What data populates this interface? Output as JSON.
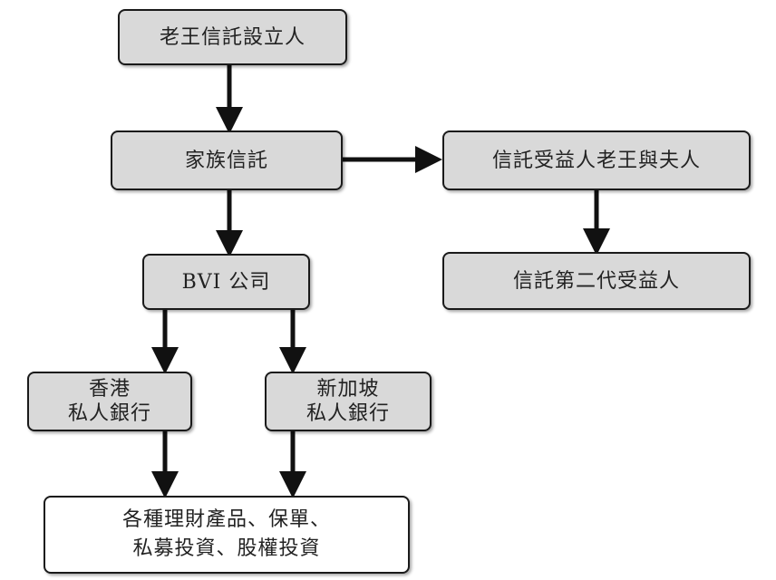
{
  "colors": {
    "box_fill": "#d9d9d9",
    "final_box_fill": "#ffffff",
    "border": "#1a1a1a",
    "arrow": "#111111",
    "text": "#222222"
  },
  "nodes": {
    "settlor": {
      "label": "老王信託設立人"
    },
    "family_trust": {
      "label": "家族信託"
    },
    "beneficiary_couple": {
      "label": "信託受益人老王與夫人"
    },
    "second_gen": {
      "label": "信託第二代受益人"
    },
    "bvi": {
      "label": "BVI 公司"
    },
    "hk_bank": {
      "line1": "香港",
      "line2": "私人銀行"
    },
    "sg_bank": {
      "line1": "新加坡",
      "line2": "私人銀行"
    },
    "products": {
      "line1": "各種理財產品、保單、",
      "line2": "私募投資、股權投資"
    }
  }
}
